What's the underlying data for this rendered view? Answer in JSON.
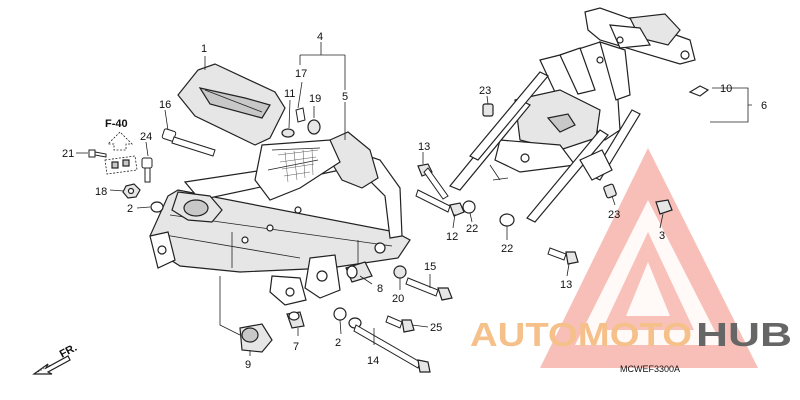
{
  "diagram": {
    "drawing_code": "MCWEF3300A",
    "reference": "F-40",
    "direction_label": "FR.",
    "callouts": {
      "c1": "1",
      "c2a": "2",
      "c2b": "2",
      "c3": "3",
      "c4": "4",
      "c5": "5",
      "c6": "6",
      "c7": "7",
      "c8": "8",
      "c9": "9",
      "c10": "10",
      "c11": "11",
      "c12": "12",
      "c13a": "13",
      "c13b": "13",
      "c14": "14",
      "c15": "15",
      "c16": "16",
      "c17": "17",
      "c18": "18",
      "c19": "19",
      "c20": "20",
      "c21": "21",
      "c22a": "22",
      "c22b": "22",
      "c23a": "23",
      "c23b": "23",
      "c24": "24",
      "c25": "25"
    }
  },
  "watermark": {
    "text_left": "AUTOMOTO",
    "text_right": "HUB",
    "colors": {
      "triangle": "#f28b7d",
      "text_left": "#f5c089",
      "text_right": "#666666"
    }
  }
}
